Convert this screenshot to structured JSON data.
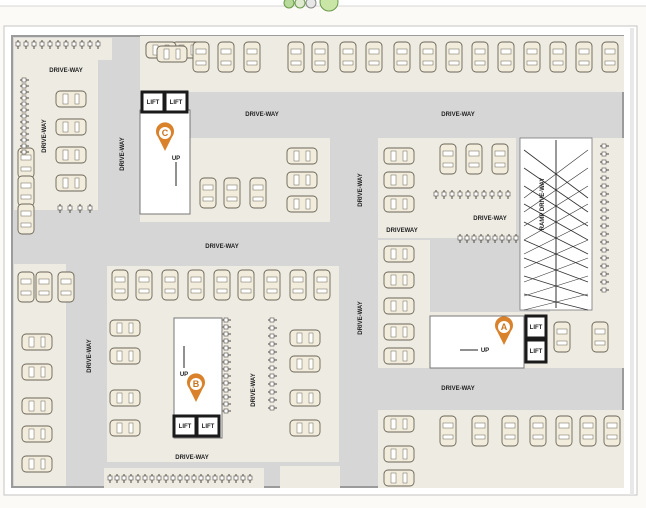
{
  "labels": {
    "driveway": "DRIVE-WAY",
    "driveway_alt": "DRIVEWAY",
    "ramp_driveway": "RAMP DRIVE-WAY",
    "lift": "LIFT",
    "up": "UP"
  },
  "markers": [
    "A",
    "B",
    "C"
  ],
  "colors": {
    "site_border": "#a7a7a7",
    "driveway": "#d5d5d5",
    "parking_bay": "#eeebe3",
    "car_fill": "#f1ecdc",
    "car_stroke": "#6b6657",
    "marker": "#d9822b",
    "lift_border": "#1a1a1a"
  },
  "icons": [
    "zoom-control-icons",
    "location-pin-icon"
  ]
}
